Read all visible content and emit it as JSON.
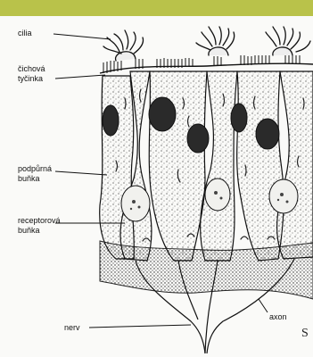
{
  "labels": {
    "cilia": "cilia",
    "rod": [
      "čichová",
      "tyčinka"
    ],
    "support": [
      "podpůrná",
      "buňka"
    ],
    "receptor": [
      "receptorová",
      "buňka"
    ],
    "nerve": "nerv",
    "axon": "axon",
    "corner": "S"
  },
  "colors": {
    "header_bar": "#b9c24a",
    "ink": "#111111",
    "paper": "#fafaf8",
    "nucleus": "#2a2a2a"
  }
}
